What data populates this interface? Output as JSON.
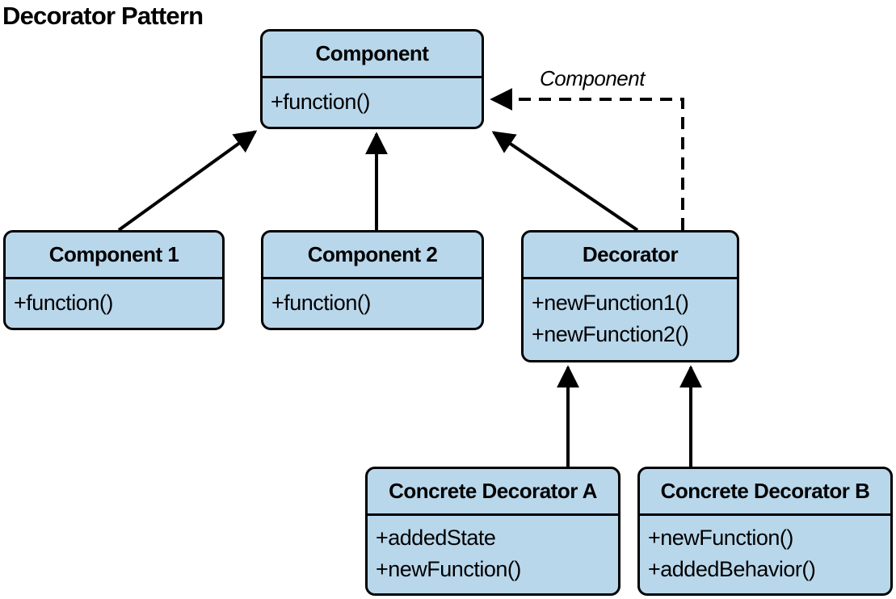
{
  "title": "Decorator Pattern",
  "association_label": "Component",
  "colors": {
    "box_fill": "#b9d7eb",
    "box_border": "#000000",
    "line_color": "#000000",
    "background": "#ffffff"
  },
  "classes": {
    "component": {
      "name": "Component",
      "methods": [
        "+function()"
      ]
    },
    "component1": {
      "name": "Component 1",
      "methods": [
        "+function()"
      ]
    },
    "component2": {
      "name": "Component 2",
      "methods": [
        "+function()"
      ]
    },
    "decorator": {
      "name": "Decorator",
      "methods": [
        "+newFunction1()",
        "+newFunction2()"
      ]
    },
    "concrete_decorator_a": {
      "name": "Concrete Decorator A",
      "methods": [
        "+addedState",
        "+newFunction()"
      ]
    },
    "concrete_decorator_b": {
      "name": "Concrete Decorator B",
      "methods": [
        "+newFunction()",
        "+addedBehavior()"
      ]
    }
  },
  "relationships": [
    {
      "from": "Component 1",
      "to": "Component",
      "type": "solid-arrow"
    },
    {
      "from": "Component 2",
      "to": "Component",
      "type": "solid-arrow"
    },
    {
      "from": "Decorator",
      "to": "Component",
      "type": "solid-arrow"
    },
    {
      "from": "Decorator",
      "to": "Component",
      "type": "dashed-arrow",
      "label": "Component"
    },
    {
      "from": "Concrete Decorator A",
      "to": "Decorator",
      "type": "solid-arrow"
    },
    {
      "from": "Concrete Decorator B",
      "to": "Decorator",
      "type": "solid-arrow"
    }
  ]
}
